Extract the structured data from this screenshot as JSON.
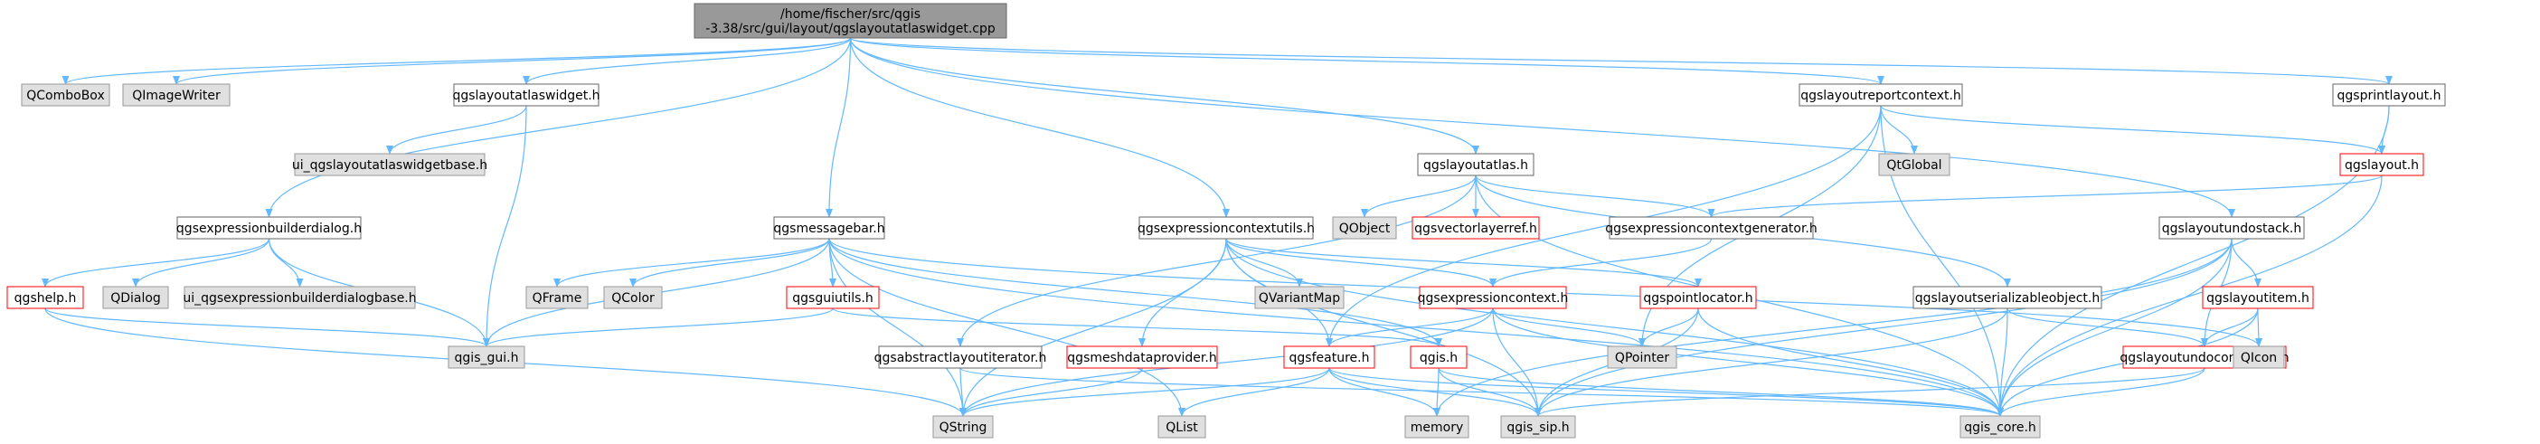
{
  "colors": {
    "edge": "#63b8ff",
    "root_fill": "#999999",
    "root_border": "#666666",
    "documented_fill": "#ffffff",
    "documented_border": "#666666",
    "undocumented_fill": "#e0e0e0",
    "undocumented_border": "#999999",
    "truncated_border": "#ff0000",
    "text": "#000000"
  },
  "legend_kinds": [
    "root",
    "documented",
    "undocumented",
    "truncated"
  ],
  "nodes": {
    "root": [
      "/home/fischer/src/qgis",
      "-3.38/src/gui/layout/qgslayoutatlaswidget.cpp"
    ],
    "qcombobox": "QComboBox",
    "qimagewriter": "QImageWriter",
    "qgslayoutatlaswidget_h": "qgslayoutatlaswidget.h",
    "ui_qgslayoutatlaswidgetbase_h": "ui_qgslayoutatlaswidgetbase.h",
    "qgsexpressionbuilderdialog_h": "qgsexpressionbuilderdialog.h",
    "qgshelp_h": "qgshelp.h",
    "qdialog": "QDialog",
    "ui_qgsexpressionbuilderdialogbase_h": "ui_qgsexpressionbuilderdialogbase.h",
    "qgis_gui_h": "qgis_gui.h",
    "qgsmessagebar_h": "qgsmessagebar.h",
    "qframe": "QFrame",
    "qcolor": "QColor",
    "qgsguiutils_h": "qgsguiutils.h",
    "qgsabstractlayoutiterator_h": "qgsabstractlayoutiterator.h",
    "qstring": "QString",
    "qlist": "QList",
    "qgsexpressioncontextutils_h": "qgsexpressioncontextutils.h",
    "qvariantmap": "QVariantMap",
    "qgsmeshdataprovider_h": "qgsmeshdataprovider.h",
    "qgsfeature_h": "qgsfeature.h",
    "qgis_h": "qgis.h",
    "memory": "memory",
    "qgis_sip_h": "qgis_sip.h",
    "qgis_core_h": "qgis_core.h",
    "qgslayoutatlas_h": "qgslayoutatlas.h",
    "qobject": "QObject",
    "qgsvectorlayerref_h": "qgsvectorlayerref.h",
    "qgsexpressioncontextgenerator_h": "qgsexpressioncontextgenerator.h",
    "qgsexpressioncontext_h": "qgsexpressioncontext.h",
    "qgspointlocator_h": "qgspointlocator.h",
    "qpointer": "QPointer",
    "qgslayoutreportcontext_h": "qgslayoutreportcontext.h",
    "qtglobal": "QtGlobal",
    "qgsprintlayout_h": "qgsprintlayout.h",
    "qgslayout_h": "qgslayout.h",
    "qgslayoutundostack_h": "qgslayoutundostack.h",
    "qgslayoutserializableobject_h": "qgslayoutserializableobject.h",
    "qgslayoutitem_h": "qgslayoutitem.h",
    "qgslayoutundocommand_h": "qgslayoutundocommand.h",
    "qicon": "QIcon"
  }
}
